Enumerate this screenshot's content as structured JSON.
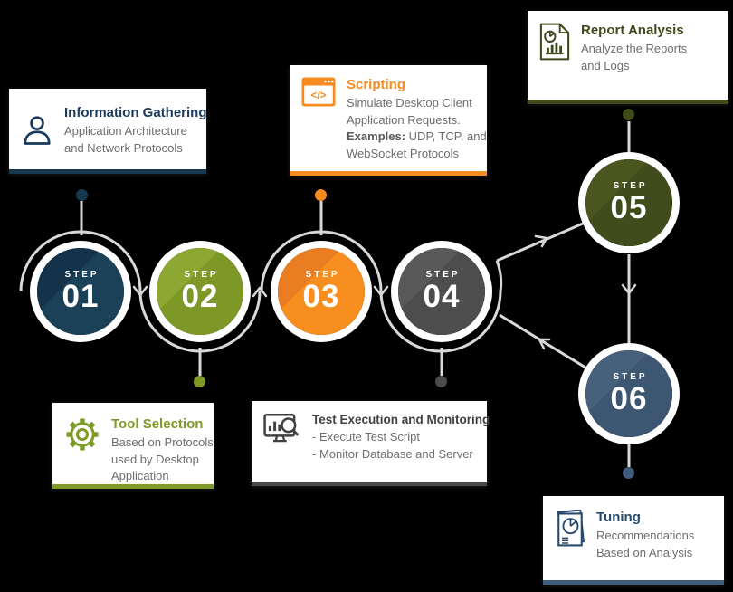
{
  "canvas": {
    "bg": "#000000",
    "line_color": "#d8d8d8"
  },
  "cards": [
    {
      "id": "information-gathering",
      "title": "Information Gathering",
      "body_lines": [
        "Application Architecture",
        "and Network Protocols"
      ],
      "icon": "person-icon",
      "accent": "#1b3a5a",
      "border": "#16374e"
    },
    {
      "id": "scripting",
      "title": "Scripting",
      "body_lines": [
        "Simulate Desktop Client",
        "Application Requests."
      ],
      "examples_label": "Examples:",
      "examples_rest": "UDP, TCP, and",
      "body_tail": "WebSocket Protocols",
      "icon": "code-window-icon",
      "accent": "#f68b1f",
      "border": "#f68b1f"
    },
    {
      "id": "report-analysis",
      "title": "Report Analysis",
      "body_lines": [
        "Analyze the Reports",
        "and Logs"
      ],
      "icon": "report-chart-icon",
      "accent": "#3f4a1b",
      "border": "#3f4a1b"
    },
    {
      "id": "tool-selection",
      "title": "Tool Selection",
      "body_lines": [
        "Based on Protocols",
        "used by Desktop",
        "Application"
      ],
      "icon": "gear-icon",
      "accent": "#7e9a27",
      "border": "#7e9a27"
    },
    {
      "id": "test-execution-and-monitoring",
      "title": "Test Execution and Monitoring",
      "body_lines": [
        "- Execute Test Script",
        "- Monitor Database and Server"
      ],
      "icon": "monitor-search-icon",
      "accent": "#414142",
      "border": "#4a4a4b"
    },
    {
      "id": "tuning",
      "title": "Tuning",
      "body_lines": [
        "Recommendations",
        "Based on Analysis"
      ],
      "icon": "clipboard-chart-icon",
      "accent": "#27496b",
      "border": "#3f5d7a"
    }
  ],
  "steps": [
    {
      "label": "STEP",
      "number": "01",
      "base": "#1b4158",
      "wedge": "#14334a",
      "dot": "#16374e"
    },
    {
      "label": "STEP",
      "number": "02",
      "base": "#7e9827",
      "wedge": "#8ca833",
      "dot": "#7e9827"
    },
    {
      "label": "STEP",
      "number": "03",
      "base": "#f78e1e",
      "wedge": "#ea7d21",
      "dot": "#f68b1f"
    },
    {
      "label": "STEP",
      "number": "04",
      "base": "#4d4d4d",
      "wedge": "#595959",
      "dot": "#4a4a4b"
    },
    {
      "label": "STEP",
      "number": "05",
      "base": "#414c1c",
      "wedge": "#4b561f",
      "dot": "#3f4a1b"
    },
    {
      "label": "STEP",
      "number": "06",
      "base": "#3d5773",
      "wedge": "#48617b",
      "dot": "#3f5d7a"
    }
  ]
}
